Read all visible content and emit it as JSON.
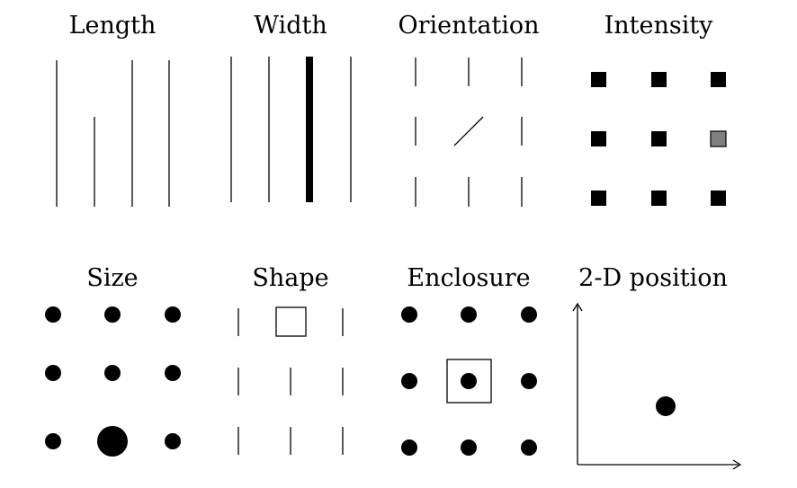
{
  "panels": [
    {
      "id": "length",
      "title": "Length"
    },
    {
      "id": "width",
      "title": "Width"
    },
    {
      "id": "orientation",
      "title": "Orientation"
    },
    {
      "id": "intensity",
      "title": "Intensity"
    },
    {
      "id": "size",
      "title": "Size"
    },
    {
      "id": "shape",
      "title": "Shape"
    },
    {
      "id": "enclosure",
      "title": "Enclosure"
    },
    {
      "id": "position",
      "title": "2-D position"
    }
  ],
  "colors": {
    "ink": "#000000",
    "highlight_gray": "#808080",
    "background": "#ffffff"
  }
}
